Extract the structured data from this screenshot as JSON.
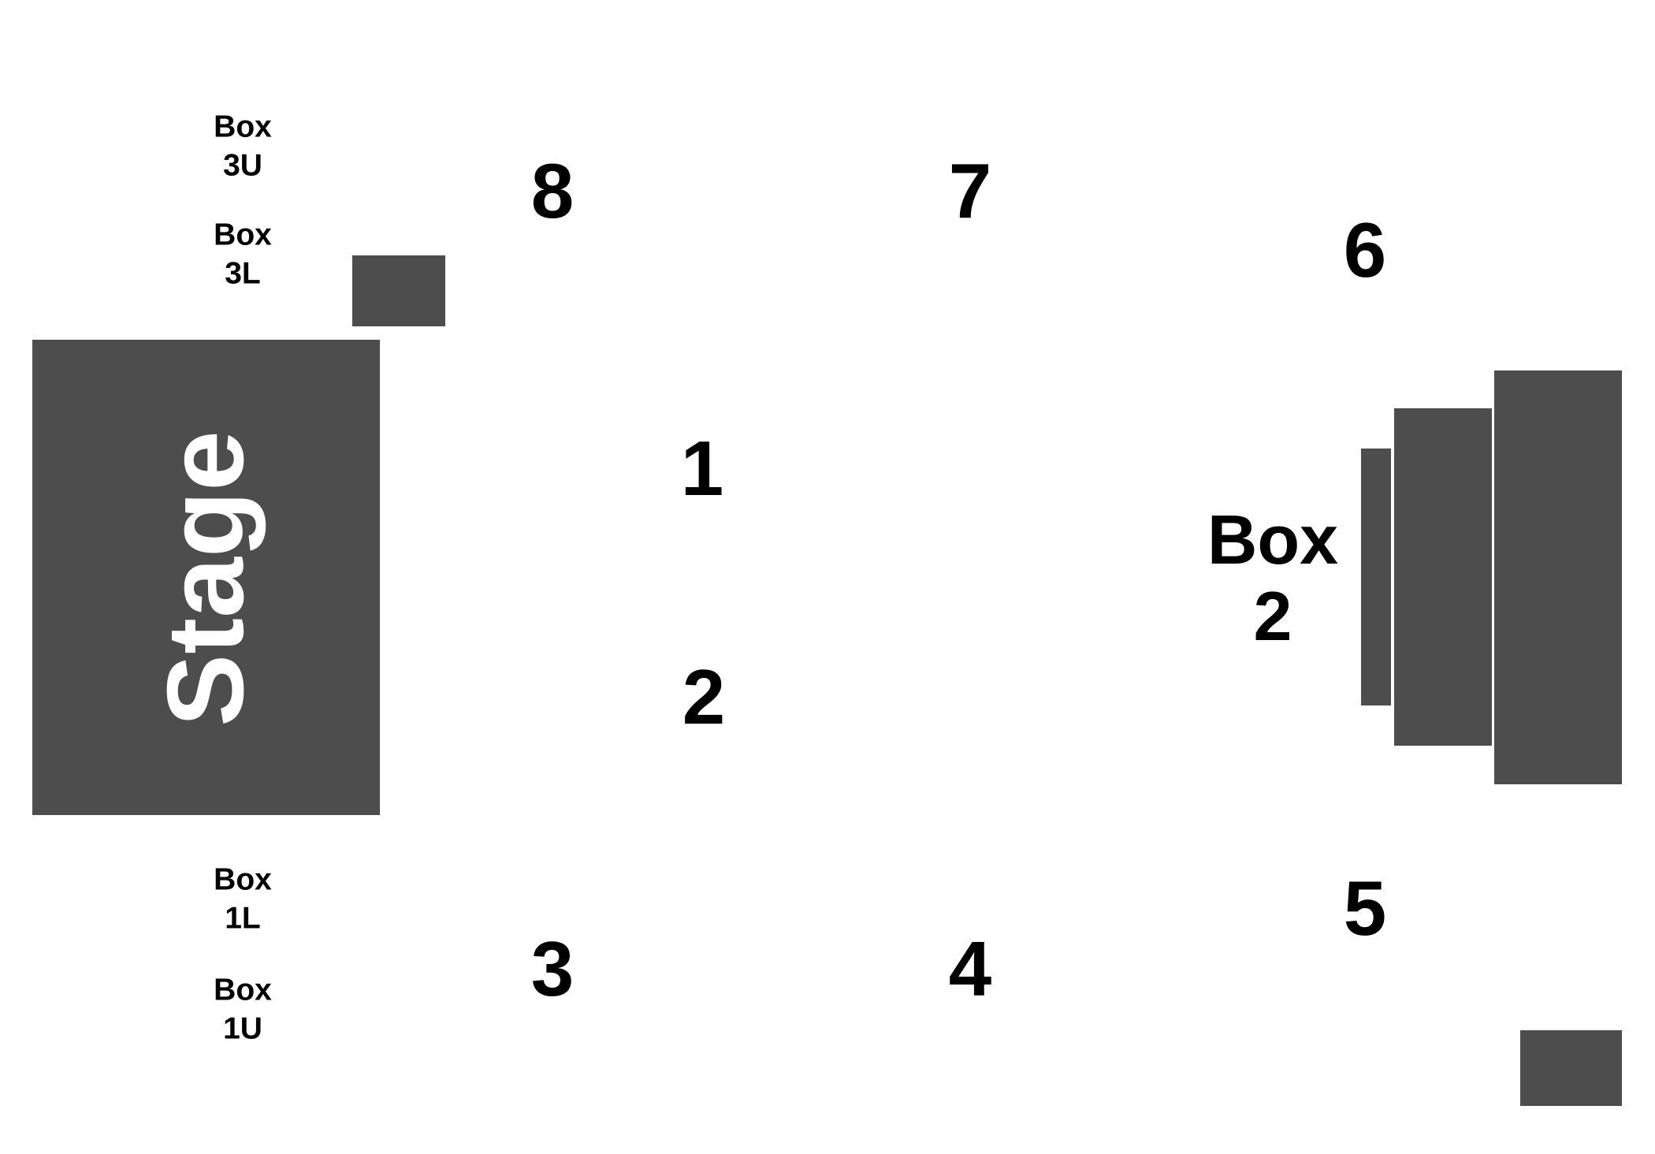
{
  "stage": {
    "label": "Stage"
  },
  "sections": {
    "s1": "1",
    "s2": "2",
    "s3": "3",
    "s4": "4",
    "s5": "5",
    "s6": "6",
    "s7": "7",
    "s8": "8"
  },
  "boxes": {
    "box_3u": {
      "word": "Box",
      "code": "3U"
    },
    "box_3l": {
      "word": "Box",
      "code": "3L"
    },
    "box_1l": {
      "word": "Box",
      "code": "1L"
    },
    "box_1u": {
      "word": "Box",
      "code": "1U"
    },
    "box_2": {
      "word": "Box",
      "code": "2"
    }
  },
  "colors": {
    "block_fill": "#4d4d4d",
    "stage_text": "#ffffff",
    "label_text": "#000000",
    "background": "#ffffff"
  }
}
